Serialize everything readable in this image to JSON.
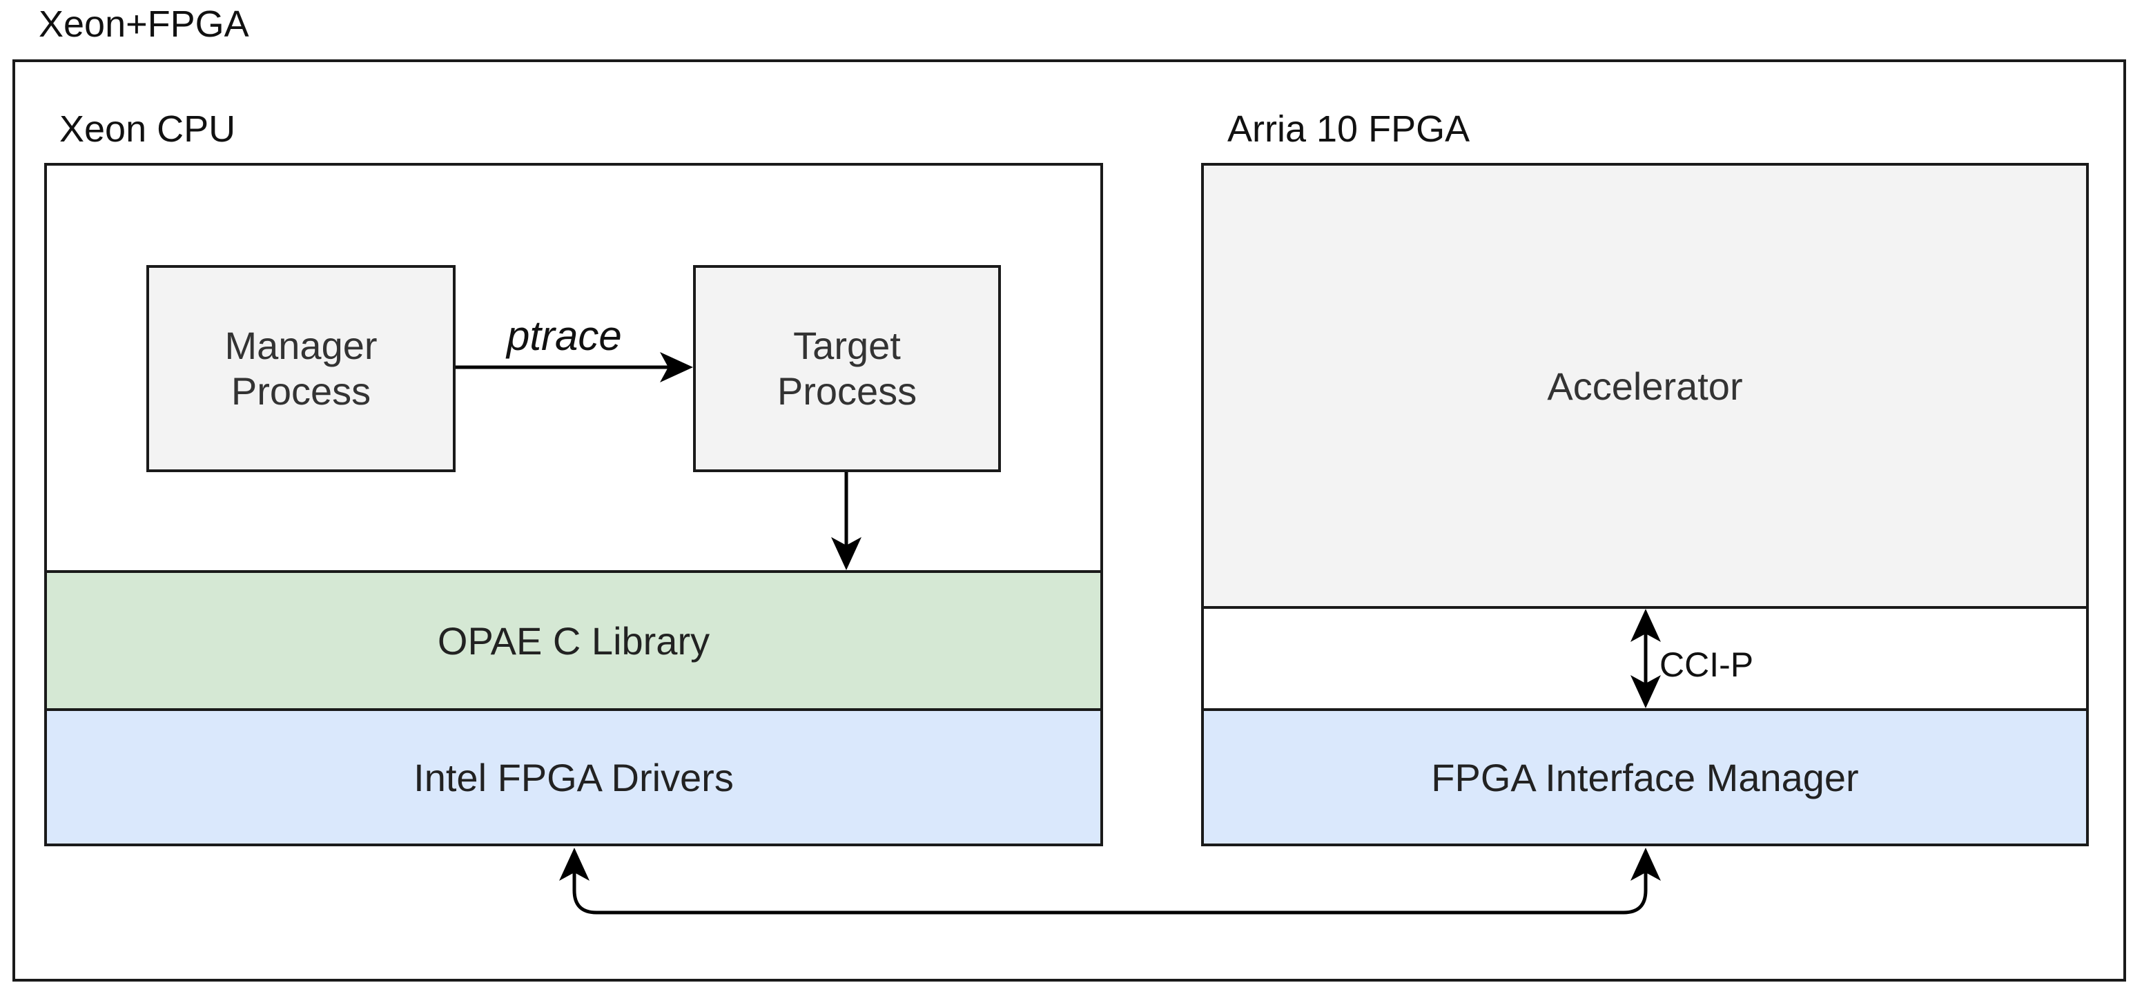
{
  "outer": {
    "title": "Xeon+FPGA"
  },
  "cpu": {
    "title": "Xeon CPU",
    "manager": {
      "line1": "Manager",
      "line2": "Process"
    },
    "target": {
      "line1": "Target",
      "line2": "Process"
    },
    "arrow_label": "ptrace",
    "opae": "OPAE C Library",
    "drivers": "Intel FPGA Drivers"
  },
  "fpga": {
    "title": "Arria 10 FPGA",
    "accelerator": "Accelerator",
    "ccip": "CCI-P",
    "fim": "FPGA Interface Manager"
  },
  "colors": {
    "process_fill": "#f3f3f3",
    "opae_fill": "#d5e8d4",
    "driver_fill": "#dae8fc",
    "line": "#000000"
  }
}
